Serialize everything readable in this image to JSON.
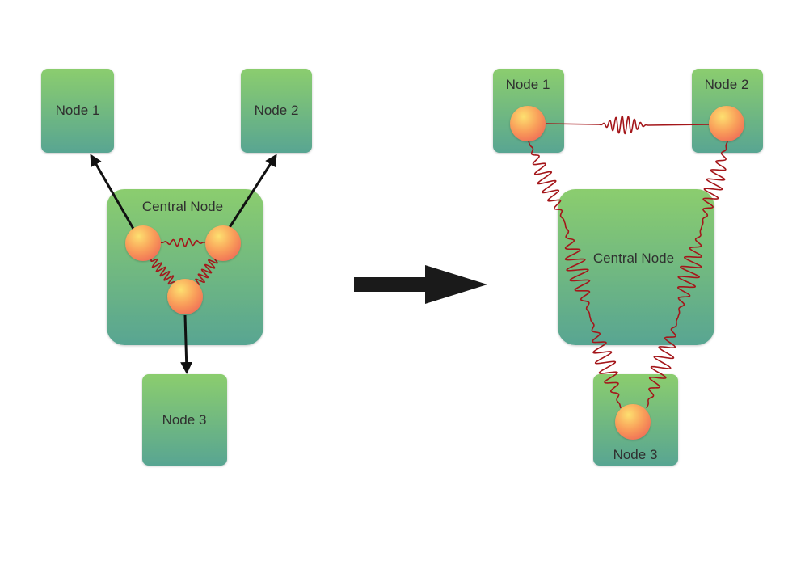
{
  "left_diagram": {
    "node1": "Node 1",
    "node2": "Node 2",
    "node3": "Node 3",
    "central": "Central Node"
  },
  "right_diagram": {
    "node1": "Node 1",
    "node2": "Node 2",
    "node3": "Node 3",
    "central": "Central Node"
  },
  "colors": {
    "box_top": "#8bcd6e",
    "box_bottom": "#58a592",
    "sphere": "#f68a55",
    "wave": "#a4161a",
    "arrow": "#111111"
  }
}
